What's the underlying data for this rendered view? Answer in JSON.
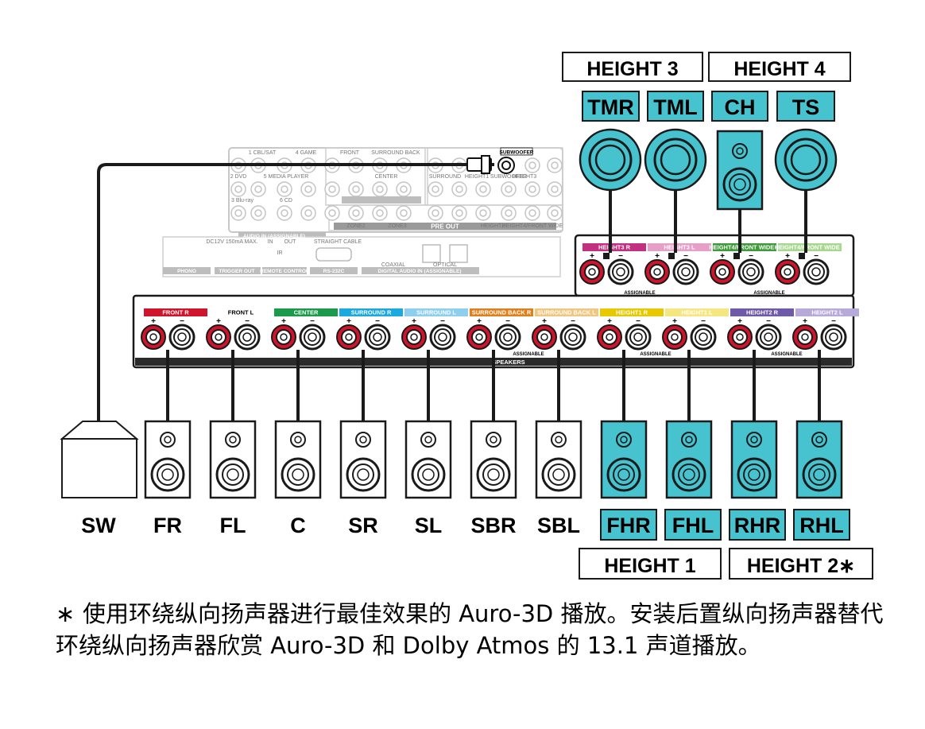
{
  "colors": {
    "accent": "#46c3cf",
    "front_r": "#d0142c",
    "center": "#1a9a4a",
    "surround_r": "#1ca9e0",
    "surround_l": "#8ccfee",
    "surround_back_r": "#e0801c",
    "surround_back_l": "#f2c680",
    "height1_r": "#e8c800",
    "height1_l": "#f5e680",
    "height2_r": "#6e5aa8",
    "height2_l": "#b8aad8",
    "height3_r": "#c3307f",
    "height3_l": "#e6a0c8",
    "height4_r": "#3f9a3a",
    "height4_l": "#a8d890"
  },
  "top_groups": [
    "HEIGHT 3",
    "HEIGHT 4"
  ],
  "top_speakers": [
    "TMR",
    "TML",
    "CH",
    "TS"
  ],
  "floor_speakers": [
    "SW",
    "FR",
    "FL",
    "C",
    "SR",
    "SL",
    "SBR",
    "SBL"
  ],
  "height_speakers": [
    "FHR",
    "FHL",
    "RHR",
    "RHL"
  ],
  "bottom_groups": [
    "HEIGHT 1",
    "HEIGHT 2∗"
  ],
  "receiver": {
    "speaker_terminals": [
      "FRONT R",
      "FRONT L",
      "CENTER",
      "SURROUND R",
      "SURROUND L",
      "SURROUND BACK R",
      "SURROUND BACK L",
      "HEIGHT1 R",
      "HEIGHT1 L",
      "HEIGHT2 R",
      "HEIGHT2 L"
    ],
    "upper_terminals": [
      "HEIGHT3 R",
      "HEIGHT3 L",
      "HEIGHT4/FRONT WIDE R",
      "HEIGHT4/FRONT WIDE L"
    ],
    "speakers_label": "SPEAKERS",
    "assignable": "ASSIGNABLE",
    "subwoofer_label": "SUBWOOFER",
    "pre_out_label": "PRE OUT",
    "section_labels": [
      "PHONO",
      "AUDIO IN",
      "TRIGGER OUT",
      "REMOTE CONTROL",
      "RS-232C",
      "DIGITAL AUDIO IN (ASSIGNABLE)",
      "AUDIO IN (ASSIGNABLE)"
    ],
    "input_labels": [
      "1 CBL/SAT",
      "4 GAME",
      "2 DVD",
      "5 MEDIA PLAYER",
      "3 Blu-ray",
      "6 CD",
      "FRONT",
      "SURROUND BACK",
      "CENTER",
      "SUBWOOFER",
      "SURROUND",
      "HEIGHT1",
      "HEIGHT3",
      "ZONE2",
      "ZONE3",
      "HEIGHT2",
      "HEIGHT4/FRONT WIDE",
      "STRAIGHT CABLE",
      "DC12V 150mA MAX.",
      "IR",
      "IN",
      "OUT",
      "COAXIAL",
      "OPTICAL"
    ]
  },
  "footnote": {
    "star": "∗",
    "text": "使用环绕纵向扬声器进行最佳效果的 Auro-3D 播放。安装后置纵向扬声器替代环绕纵向扬声器欣赏 Auro-3D 和 Dolby Atmos 的 13.1 声道播放。"
  }
}
